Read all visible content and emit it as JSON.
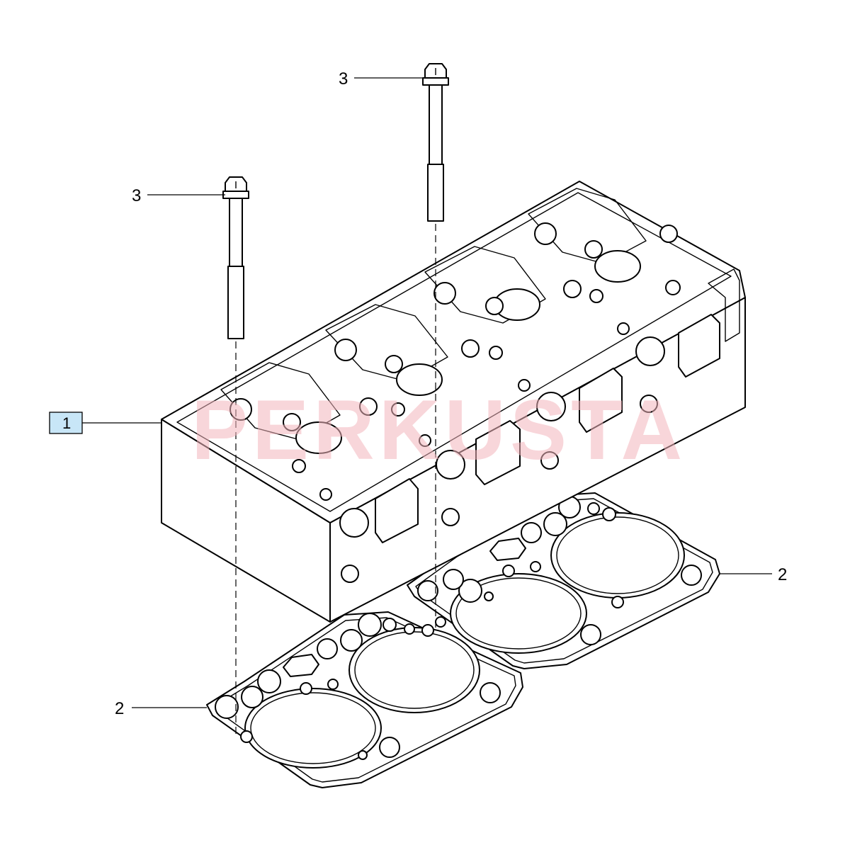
{
  "callouts": {
    "bolt_upper": "3",
    "bolt_lower": "3",
    "cylinder_head": "1",
    "gasket_right": "2",
    "gasket_left": "2"
  },
  "colors": {
    "highlight_fill": "#c8e6f7",
    "watermark": "#f4b6bd"
  }
}
